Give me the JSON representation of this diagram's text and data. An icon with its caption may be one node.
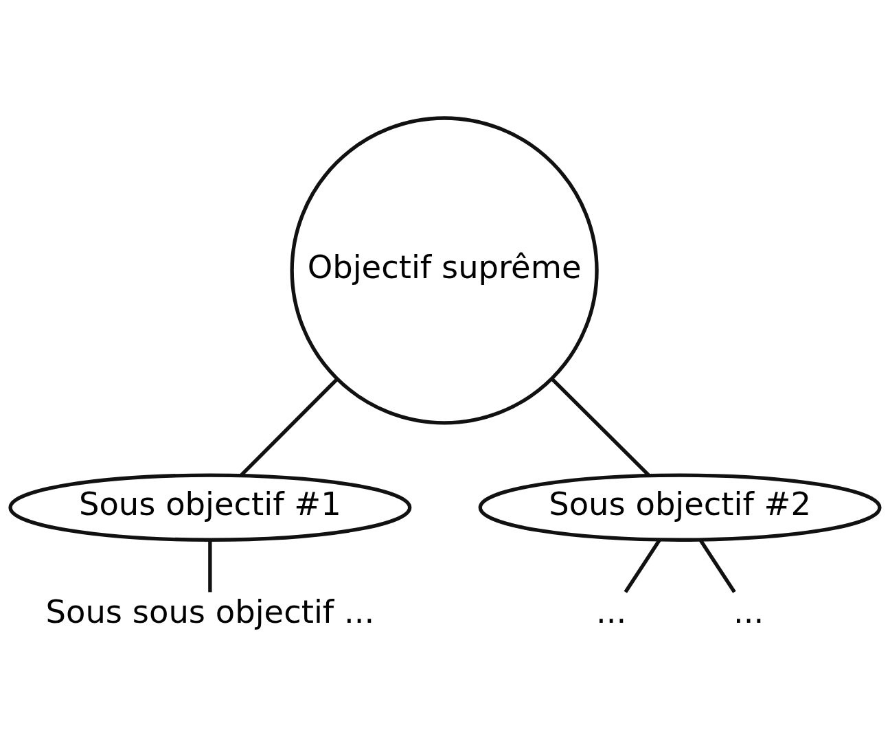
{
  "diagram": {
    "nodes": [
      {
        "text": [
          "Objectif suprême"
        ]
      },
      {
        "text": [
          "Sous objectif #1"
        ]
      },
      {
        "text": [
          "Sous objectif #2"
        ]
      },
      {
        "text": [
          "Sous sous objectif ..."
        ]
      },
      {
        "text": [
          "..."
        ]
      },
      {
        "text": [
          "..."
        ]
      }
    ],
    "edges": [
      {
        "from": 0,
        "to": 1,
        "arrow": "none"
      },
      {
        "from": 0,
        "to": 2,
        "arrow": "none"
      },
      {
        "from": 1,
        "to": 3,
        "arrow": "none"
      },
      {
        "from": 2,
        "to": 4,
        "arrow": "none"
      },
      {
        "from": 2,
        "to": 5,
        "arrow": "none"
      }
    ]
  }
}
